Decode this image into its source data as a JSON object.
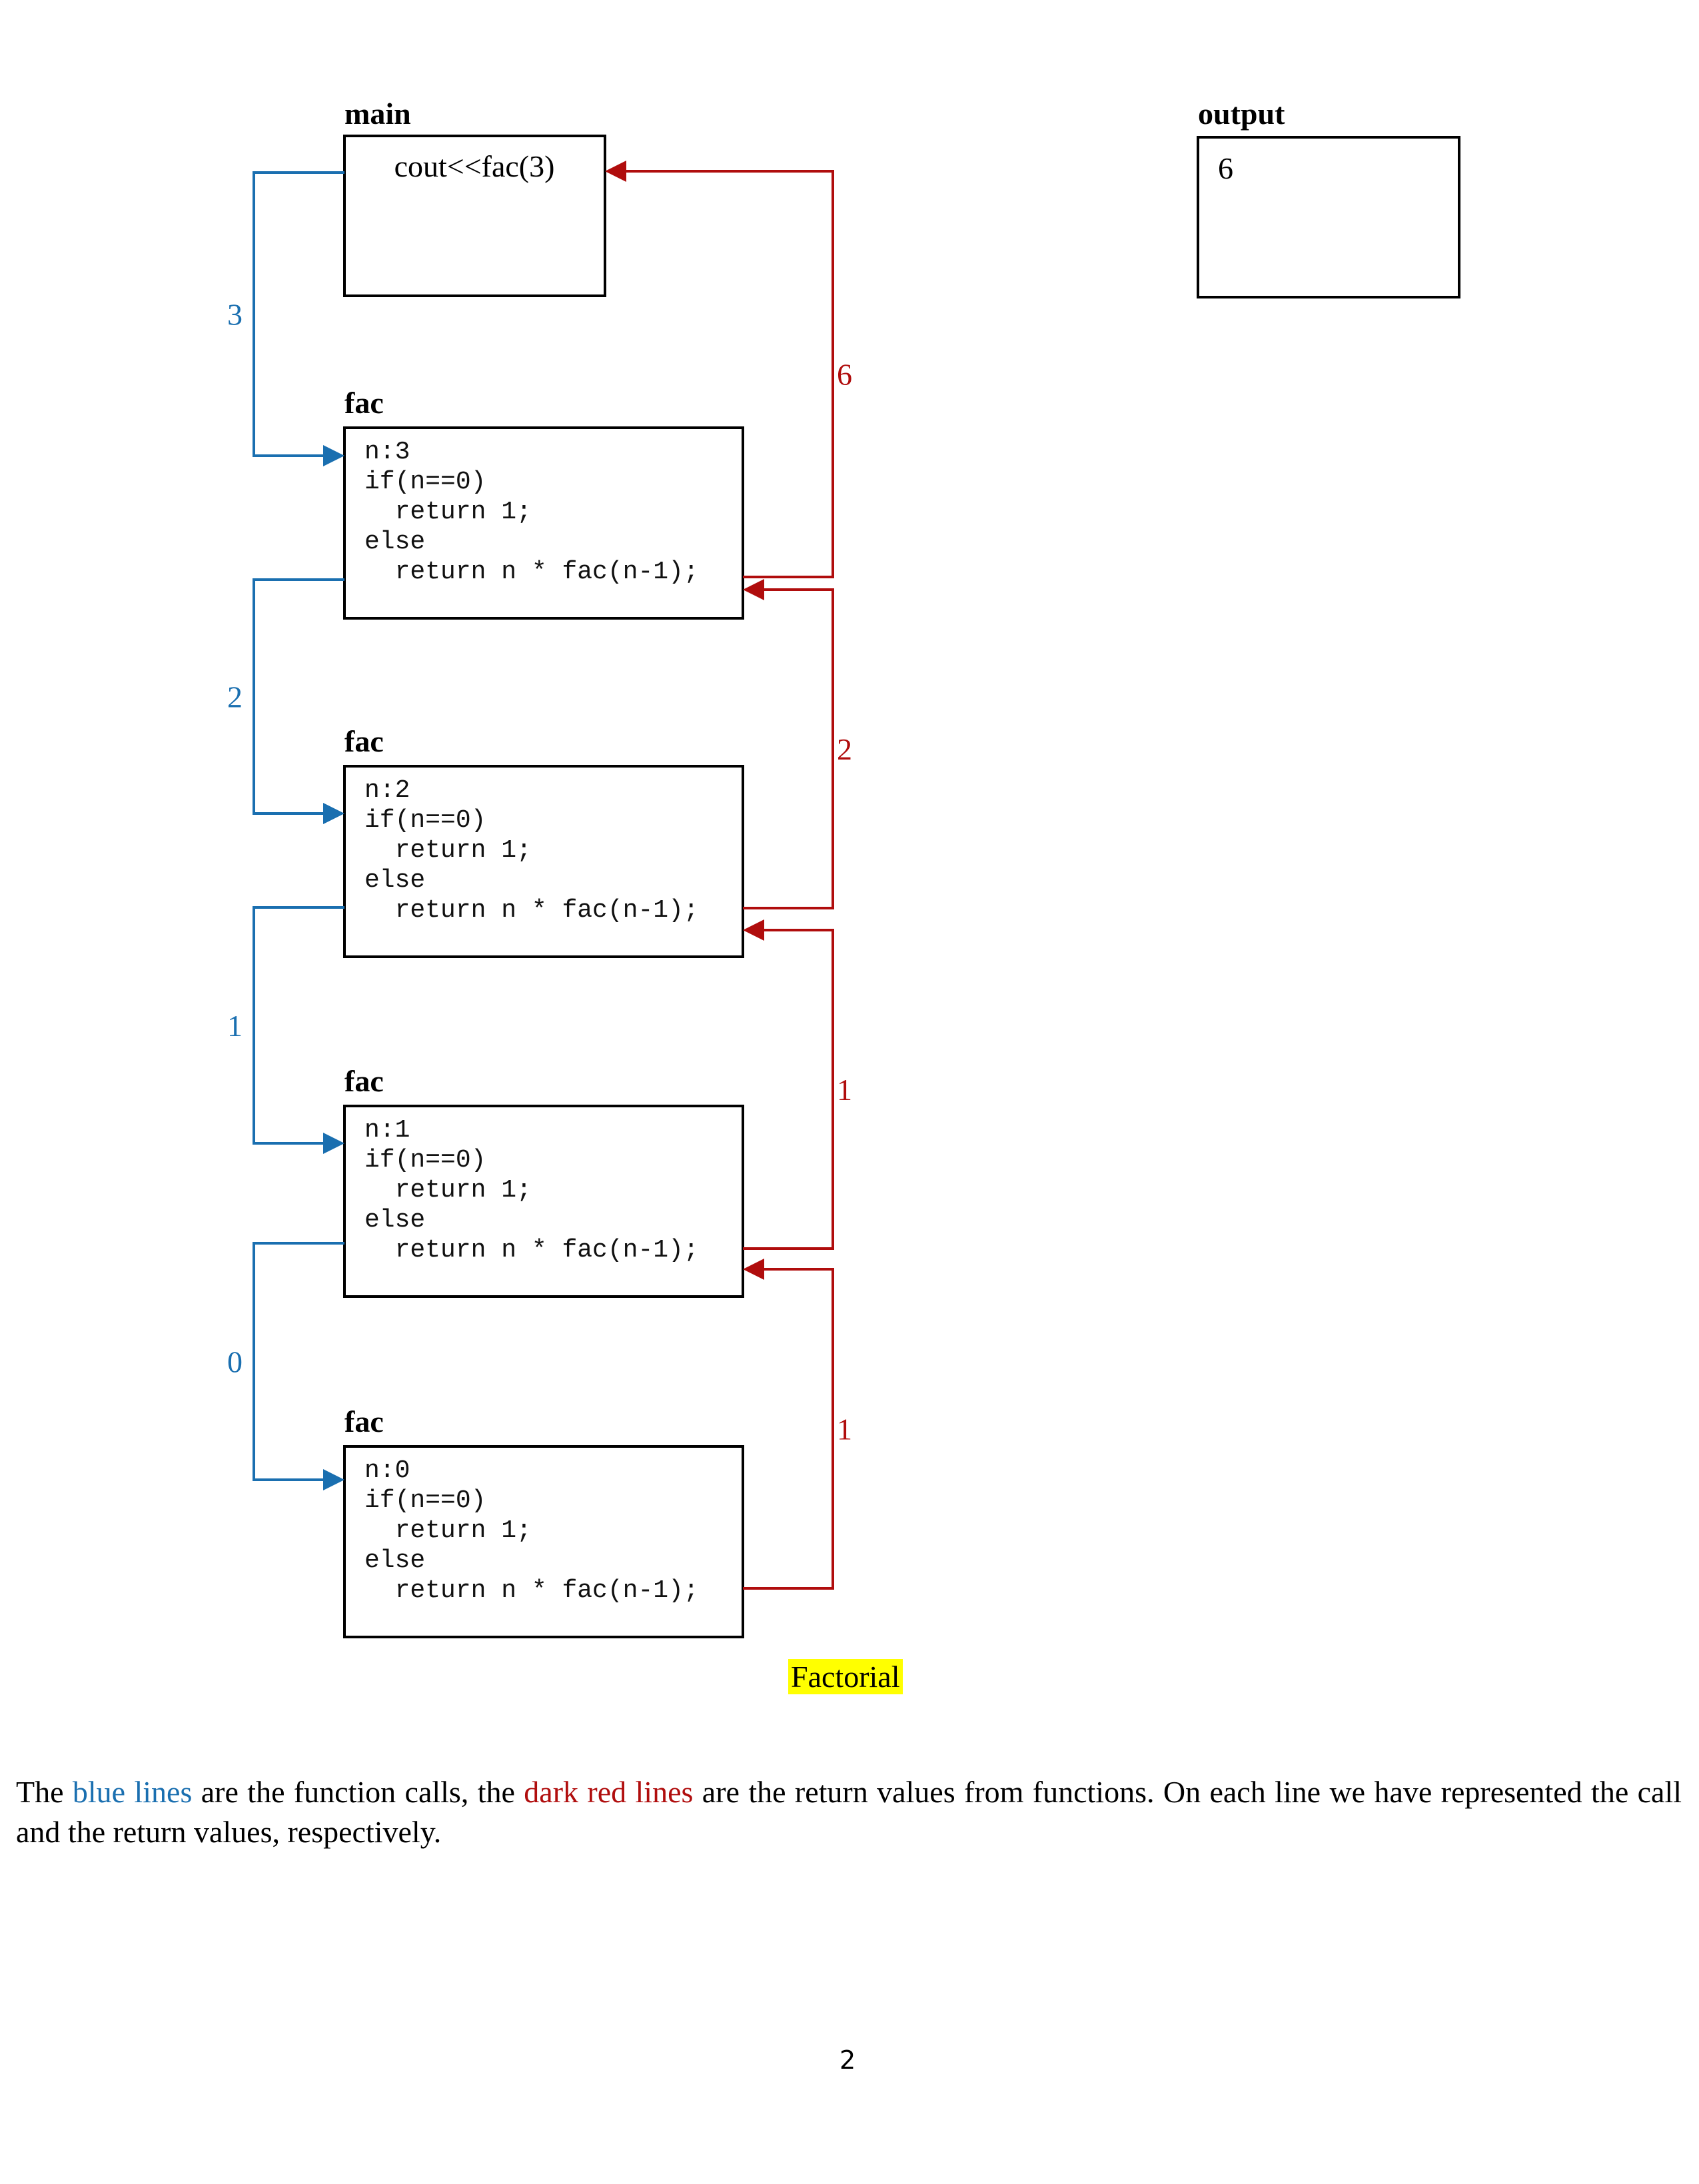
{
  "main": {
    "label": "main",
    "code": "cout<<fac(3)"
  },
  "output": {
    "label": "output",
    "value": "6"
  },
  "frames": [
    {
      "label": "fac",
      "lines": [
        "n:3",
        "if(n==0)",
        "  return 1;",
        "else",
        "  return n * fac(n-1);"
      ]
    },
    {
      "label": "fac",
      "lines": [
        "n:2",
        "if(n==0)",
        "  return 1;",
        "else",
        "  return n * fac(n-1);"
      ]
    },
    {
      "label": "fac",
      "lines": [
        "n:1",
        "if(n==0)",
        "  return 1;",
        "else",
        "  return n * fac(n-1);"
      ]
    },
    {
      "label": "fac",
      "lines": [
        "n:0",
        "if(n==0)",
        "  return 1;",
        "else",
        "  return n * fac(n-1);"
      ]
    }
  ],
  "call_values": [
    "3",
    "2",
    "1",
    "0"
  ],
  "return_values": [
    "6",
    "2",
    "1",
    "1"
  ],
  "colors": {
    "call": "#1a6fb0",
    "return": "#b00d0d"
  },
  "caption": "Factorial",
  "paragraph": {
    "p1": "The ",
    "blue": "blue lines",
    "p2": " are the function calls, the ",
    "red": "dark red lines",
    "p3": " are the return values from functions. On each line we have represented the call and the return values, respectively."
  },
  "page_number": "2"
}
